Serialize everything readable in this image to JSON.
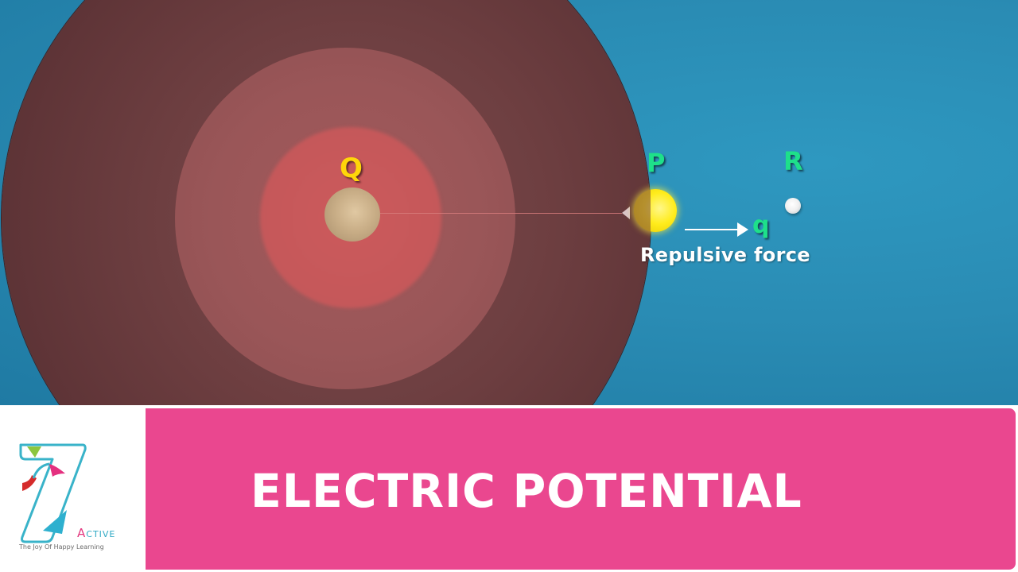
{
  "scene": {
    "labels": {
      "source_charge": "Q",
      "point_p": "P",
      "point_r": "R",
      "test_charge": "q"
    },
    "force_label": "Repulsive force",
    "colors": {
      "background": "#2a8fb6",
      "outer_sphere": "#6e3f41",
      "middle_ring": "#9a5658",
      "inner_ring": "#c5585a",
      "source_charge": "#c9ae87",
      "point_p_charge": "#ffec1c",
      "point_r_charge": "#f0f0f0",
      "q_label": "#ffd60a",
      "point_labels": "#1ee08a"
    },
    "icons": {
      "field_arrow": "arrow-left-icon",
      "force_arrow": "arrow-right-icon"
    }
  },
  "footer": {
    "logo": {
      "mark": "7",
      "brand": "ACTIVE",
      "brand_first": "A",
      "brand_rest": "CTIVE",
      "tagline": "The Joy Of Happy Learning"
    },
    "title": "ELECTRIC POTENTIAL",
    "banner_color": "#ea478f"
  }
}
